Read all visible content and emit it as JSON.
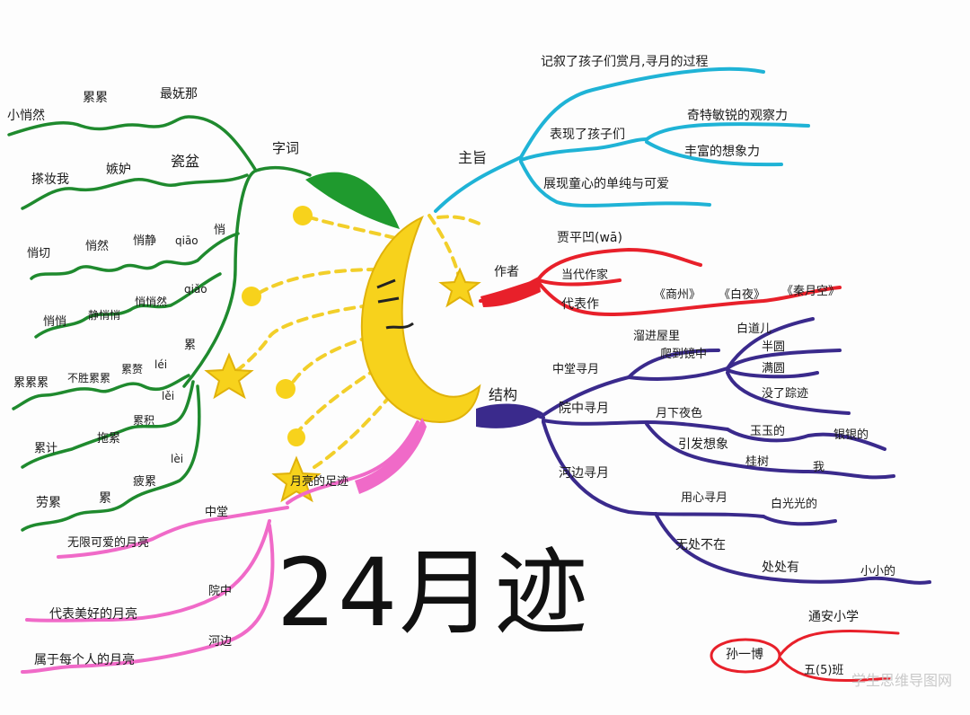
{
  "title": "24月迹",
  "watermark": "学生思维导图网",
  "colors": {
    "wordsBranch": "#1f8a2e",
    "themeBranch": "#1fb3d6",
    "authorBranch": "#e8202a",
    "structureBranch": "#3a2a8c",
    "tracesBranch": "#f06ac8",
    "moon": "#f7d21c",
    "star": "#f7d21c"
  },
  "branches": {
    "words": {
      "label": "字词",
      "row1": [
        "小悄然",
        "累累",
        "最妩那"
      ],
      "row2": [
        "搽妆我",
        "嫉妒",
        "瓷盆"
      ],
      "row3": [
        "悄切",
        "悄然",
        "悄静",
        "qiāo",
        "悄"
      ],
      "row4": [
        "悄悄",
        "静悄悄",
        "悄悄然",
        "qiǎo"
      ],
      "row5": [
        "累累累",
        "不胜累累",
        "累赘",
        "léi",
        "累"
      ],
      "row6": [
        "累计",
        "拖累",
        "累积",
        "lěi"
      ],
      "row7": [
        "劳累",
        "累",
        "疲累",
        "lèi"
      ]
    },
    "theme": {
      "label": "主旨",
      "items": [
        "记叙了孩子们赏月,寻月的过程",
        "表现了孩子们",
        "展现童心的单纯与可爱"
      ],
      "sub": [
        "奇特敏锐的观察力",
        "丰富的想象力"
      ]
    },
    "author": {
      "label": "作者",
      "items": [
        "贾平凹(wā)",
        "当代作家",
        "代表作"
      ],
      "works": [
        "《商州》",
        "《白夜》",
        "《秦月空》"
      ]
    },
    "structure": {
      "label": "结构",
      "sections": [
        "中堂寻月",
        "院中寻月",
        "河边寻月"
      ],
      "s1": [
        "溜进屋里",
        "爬到镜中",
        "白道儿",
        "半圆",
        "满圆",
        "没了踪迹"
      ],
      "s2": [
        "月下夜色",
        "引发想象",
        "玉玉的",
        "银银的",
        "桂树",
        "我"
      ],
      "s3": [
        "用心寻月",
        "白光光的",
        "无处不在",
        "处处有",
        "小小的"
      ]
    },
    "traces": {
      "label": "月亮的足迹",
      "places": [
        "中堂",
        "院中",
        "河边"
      ],
      "meanings": [
        "无限可爱的月亮",
        "代表美好的月亮",
        "属于每个人的月亮"
      ]
    },
    "studentInfo": {
      "name": "孙一博",
      "school": "通安小学",
      "class": "五(5)班"
    }
  }
}
